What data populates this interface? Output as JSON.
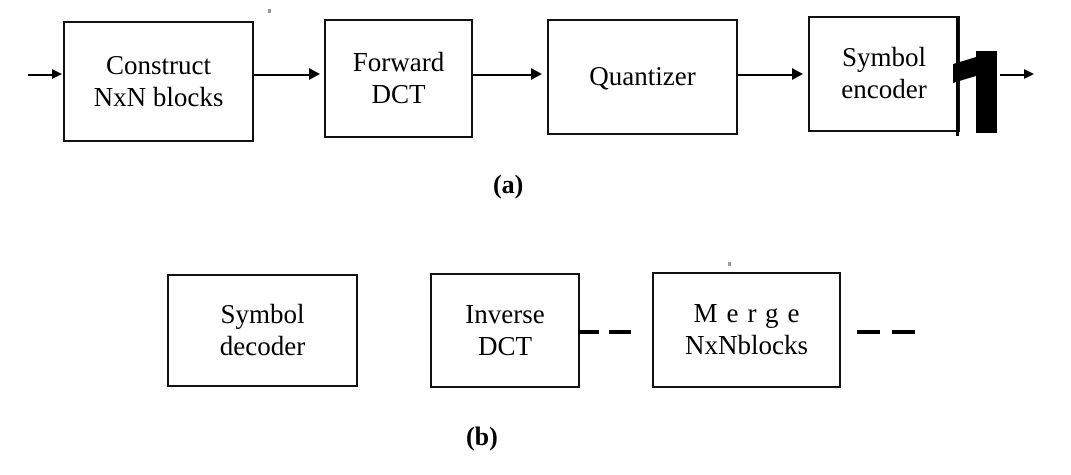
{
  "figure": {
    "background_color": "#ffffff",
    "ink_color": "#000000"
  },
  "diagram_a": {
    "caption": "(a)",
    "blocks": [
      {
        "id": "construct-nxn-blocks",
        "line1": "Construct",
        "line2": "NxN blocks"
      },
      {
        "id": "forward-dct",
        "line1": "Forward",
        "line2": "DCT"
      },
      {
        "id": "quantizer",
        "line1": "Quantizer",
        "line2": ""
      },
      {
        "id": "symbol-encoder",
        "line1": "Symbol",
        "line2": "encoder"
      }
    ]
  },
  "diagram_b": {
    "caption": "(b)",
    "blocks": [
      {
        "id": "symbol-decoder",
        "line1": "Symbol",
        "line2": "decoder"
      },
      {
        "id": "inverse-dct",
        "line1": "Inverse",
        "line2": "DCT"
      },
      {
        "id": "merge-nxn-blocks",
        "line1": "Merge",
        "line2": "NxNblocks"
      }
    ]
  }
}
